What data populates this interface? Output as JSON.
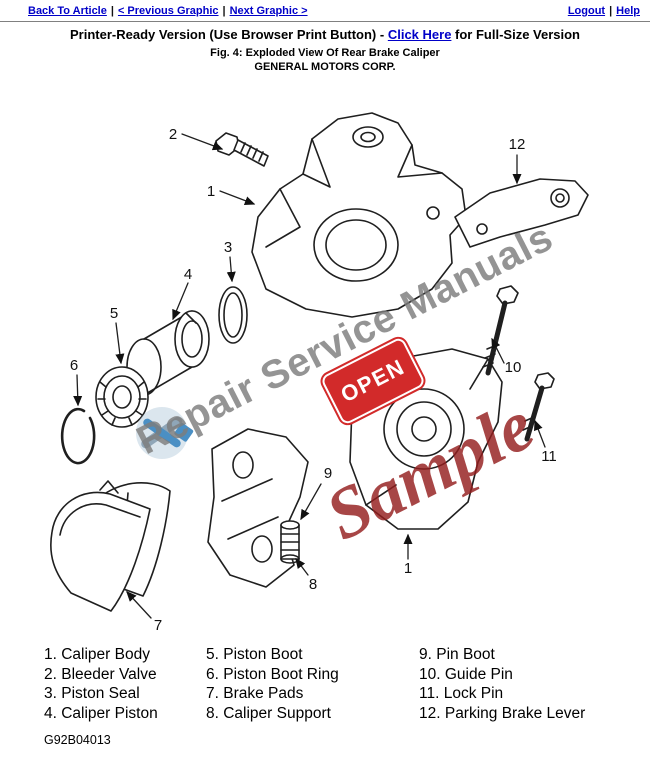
{
  "nav": {
    "back_to_article": "Back To Article",
    "previous_graphic": "< Previous Graphic",
    "next_graphic": "Next Graphic >",
    "logout": "Logout",
    "help": "Help",
    "sep": "|"
  },
  "header": {
    "printer_line_prefix": "Printer-Ready Version (Use Browser Print Button) - ",
    "printer_link": "Click Here",
    "printer_line_suffix": " for Full-Size Version",
    "figure_caption": "Fig. 4: Exploded View Of Rear Brake Caliper",
    "manufacturer": "GENERAL MOTORS CORP."
  },
  "watermark": {
    "brand_text": "Repair Service Manuals",
    "sample_text": "Sample",
    "open_sign": "OPEN",
    "brand_color": "#7d7d7d",
    "sample_color": "#941d1d",
    "open_bg": "#d22a2a"
  },
  "diagram": {
    "callouts": {
      "caliper_body": "1",
      "bleeder_valve": "2",
      "piston_seal": "3",
      "caliper_piston": "4",
      "piston_boot": "5",
      "piston_boot_ring": "6",
      "brake_pads": "7",
      "caliper_support": "8",
      "pin_boot": "9",
      "guide_pin": "10",
      "lock_pin": "11",
      "parking_brake_lever": "12",
      "caliper_body_alt": "1"
    }
  },
  "legend": {
    "col1": [
      "1. Caliper Body",
      "2. Bleeder Valve",
      "3. Piston Seal",
      "4. Caliper Piston"
    ],
    "col2": [
      "5. Piston Boot",
      "6. Piston Boot Ring",
      "7. Brake Pads",
      "8. Caliper Support"
    ],
    "col3": [
      "9. Pin Boot",
      "10. Guide Pin",
      "11. Lock Pin",
      "12. Parking Brake Lever"
    ]
  },
  "footer": {
    "drawing_code": "G92B04013"
  }
}
